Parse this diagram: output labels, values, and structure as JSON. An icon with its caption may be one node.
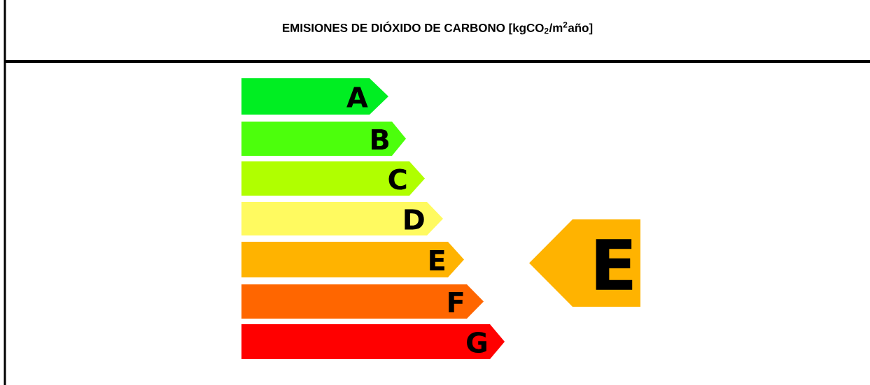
{
  "diagram": {
    "title": "EMISIONES DE DIÓXIDO DE CARBONO [kgCO$_{2}$/m$^{2}$año]",
    "nodes": [
      {
        "text": [
          "A"
        ]
      },
      {
        "text": [
          "B"
        ]
      },
      {
        "text": [
          "C"
        ]
      },
      {
        "text": [
          "D"
        ]
      },
      {
        "text": [
          "E"
        ]
      },
      {
        "text": [
          "F"
        ]
      },
      {
        "text": [
          "G"
        ]
      },
      {
        "text": [
          "E"
        ]
      }
    ],
    "edges": []
  }
}
